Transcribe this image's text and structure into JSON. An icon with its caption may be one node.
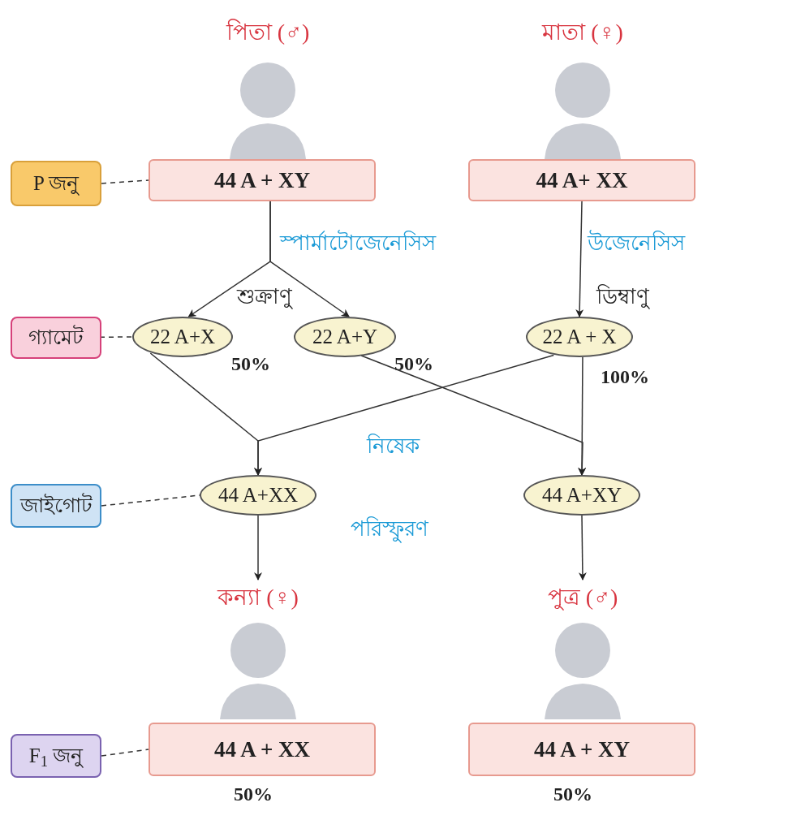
{
  "diagram": {
    "nodes": [
      {
        "text": [
          "P জনু"
        ]
      },
      {
        "text": [
          "পিতা (♂)"
        ]
      },
      {
        "text": [
          "44 A + XY"
        ]
      },
      {
        "text": [
          "মাতা (♀)"
        ]
      },
      {
        "text": [
          "44 A+ XX"
        ]
      },
      {
        "text": [
          "গ্যামেট"
        ]
      },
      {
        "text": [
          "22 A+X"
        ],
        "beside": [
          "50%"
        ]
      },
      {
        "text": [
          "22 A+Y"
        ],
        "beside": [
          "50%"
        ]
      },
      {
        "text": [
          "22 A + X"
        ],
        "beside": [
          "100%"
        ]
      },
      {
        "text": [
          "জাইগোট"
        ]
      },
      {
        "text": [
          "44 A+XX"
        ]
      },
      {
        "text": [
          "44 A+XY"
        ]
      },
      {
        "text": [
          "কন্যা (♀)"
        ]
      },
      {
        "text": [
          "44 A + XX"
        ],
        "beside": [
          "50%"
        ]
      },
      {
        "text": [
          "পুত্র (♂)"
        ]
      },
      {
        "text": [
          "44 A + XY"
        ],
        "beside": [
          "50%"
        ]
      },
      {
        "text": [
          "F$_{1}$ জনু"
        ]
      }
    ],
    "edges": [
      {
        "from": 0,
        "to": 2,
        "arrow": "none",
        "style": "dashed"
      },
      {
        "from": 2,
        "to": 6,
        "arrow": "to"
      },
      {
        "from": 2,
        "to": 7,
        "arrow": "to"
      },
      {
        "from": 4,
        "to": 8,
        "arrow": "to"
      },
      {
        "from": 5,
        "to": 6,
        "arrow": "none",
        "style": "dashed"
      },
      {
        "from": 6,
        "to": 10,
        "arrow": "to"
      },
      {
        "from": 8,
        "to": 10,
        "arrow": "to"
      },
      {
        "from": 7,
        "to": 11,
        "arrow": "to"
      },
      {
        "from": 8,
        "to": 11,
        "arrow": "to"
      },
      {
        "from": 9,
        "to": 10,
        "arrow": "none",
        "style": "dashed"
      },
      {
        "from": 10,
        "to": 12,
        "arrow": "to"
      },
      {
        "from": 11,
        "to": 14,
        "arrow": "to"
      },
      {
        "from": 16,
        "to": 13,
        "arrow": "none",
        "style": "dashed"
      }
    ],
    "labels": [
      "স্পার্মাটোজেনেসিস",
      "শুক্রাণু",
      "উজেনেসিস",
      "ডিম্বাণু",
      "নিষেক",
      "পরিস্ফুরণ"
    ]
  }
}
